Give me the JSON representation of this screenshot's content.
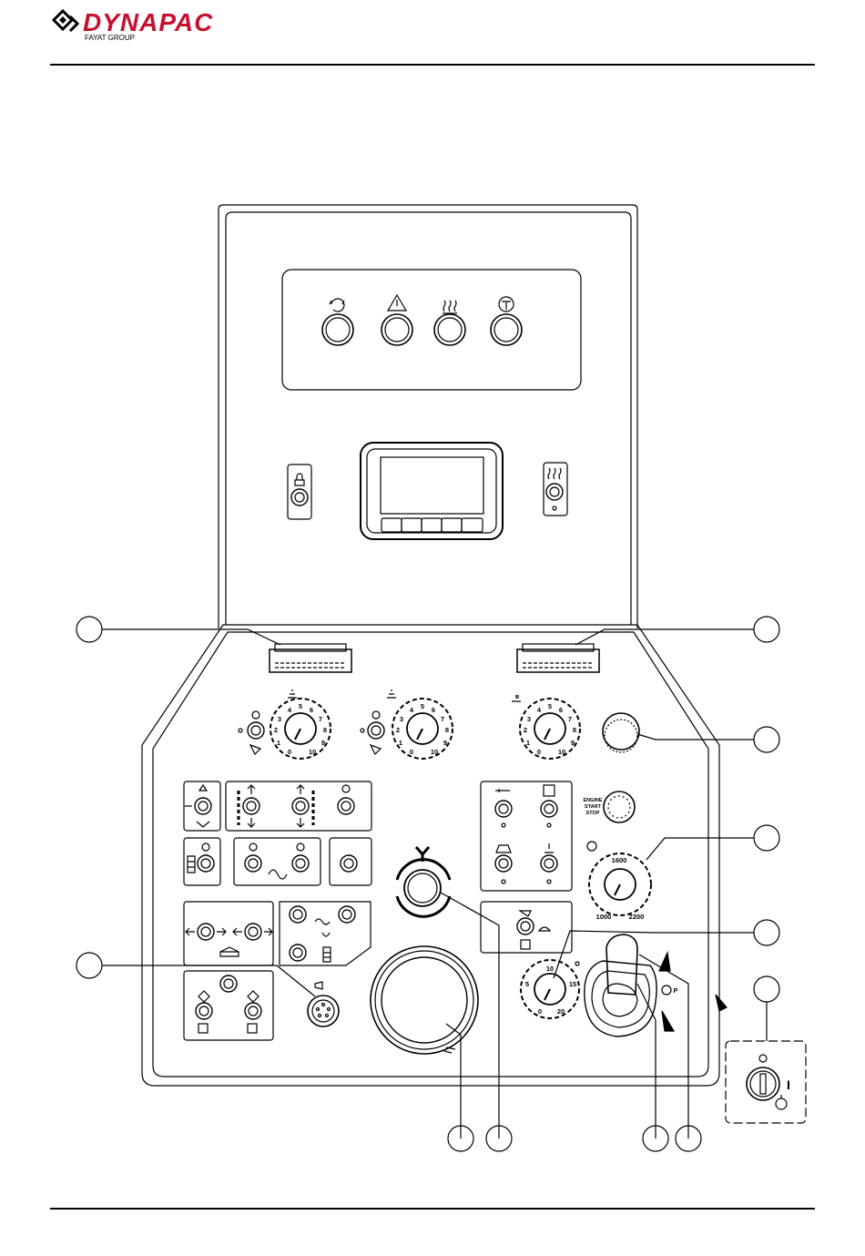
{
  "brand": {
    "name": "DYNAPAC",
    "tagline": "FAYAT GROUP",
    "color": "#c8102e"
  },
  "dial_scale": [
    "0",
    "1",
    "2",
    "3",
    "4",
    "5",
    "6",
    "7",
    "8",
    "9",
    "10"
  ],
  "rpm_dial": {
    "mid": "1600",
    "low": "1000",
    "high": "2200"
  },
  "speed_dial": {
    "top": "10",
    "right": "15",
    "left": "5",
    "bottom_left": "0",
    "bottom_right": "20"
  },
  "engine_button": {
    "line1": "ENGINE",
    "line2": "START",
    "line3": "STOP"
  },
  "key_switch_label": "I",
  "parking_symbol": "P",
  "colors": {
    "line": "#000000",
    "panel_fill": "#ffffff",
    "screen_fill": "#ffffff"
  }
}
